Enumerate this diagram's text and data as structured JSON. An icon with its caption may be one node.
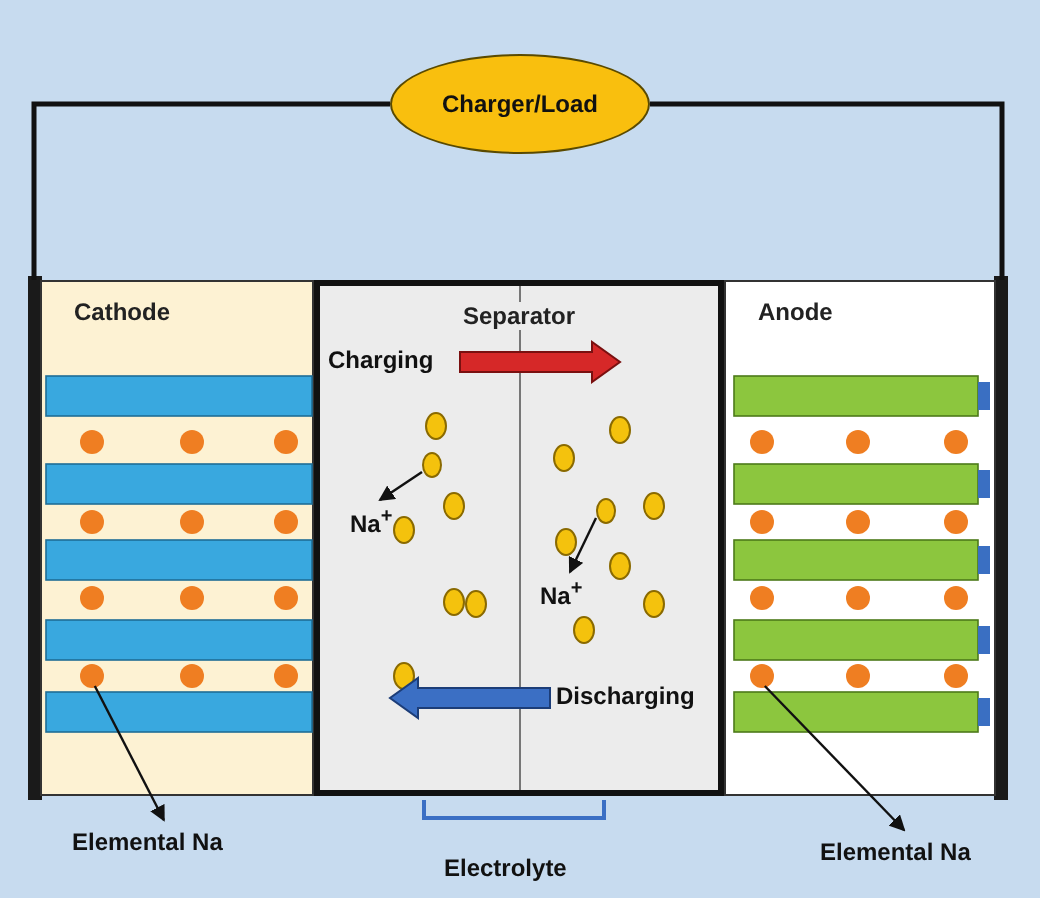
{
  "diagram": {
    "nodes": [
      {
        "text": [
          "Charger/Load"
        ]
      },
      {
        "text": [
          "Cathode"
        ]
      },
      {
        "text": [
          "Separator"
        ]
      },
      {
        "text": [
          "Anode"
        ]
      },
      {
        "text": [],
        "shape": "circle",
        "in": 1
      },
      {
        "text": [
          "Elemental Na"
        ]
      },
      {
        "text": [],
        "shape": "circle",
        "in": 2
      },
      {
        "text": [
          "Na$^{+}$"
        ],
        "in": 2
      },
      {
        "text": [],
        "shape": "circle",
        "in": 2
      },
      {
        "text": [
          "Na$^{+}$"
        ],
        "in": 2
      },
      {
        "text": [],
        "shape": "circle",
        "in": 3
      },
      {
        "text": [
          "Elemental Na"
        ]
      }
    ],
    "edges": [
      {
        "from": 0,
        "to": 1,
        "arrow": "none"
      },
      {
        "from": 0,
        "to": 3,
        "arrow": "none"
      },
      {
        "from": 4,
        "to": 5,
        "arrow": "to"
      },
      {
        "from": 6,
        "to": 7,
        "arrow": "to"
      },
      {
        "from": 8,
        "to": 9,
        "arrow": "to"
      },
      {
        "from": 10,
        "to": 11,
        "arrow": "to"
      }
    ],
    "labels": [
      "Charging",
      "Discharging",
      "Electrolyte"
    ]
  }
}
